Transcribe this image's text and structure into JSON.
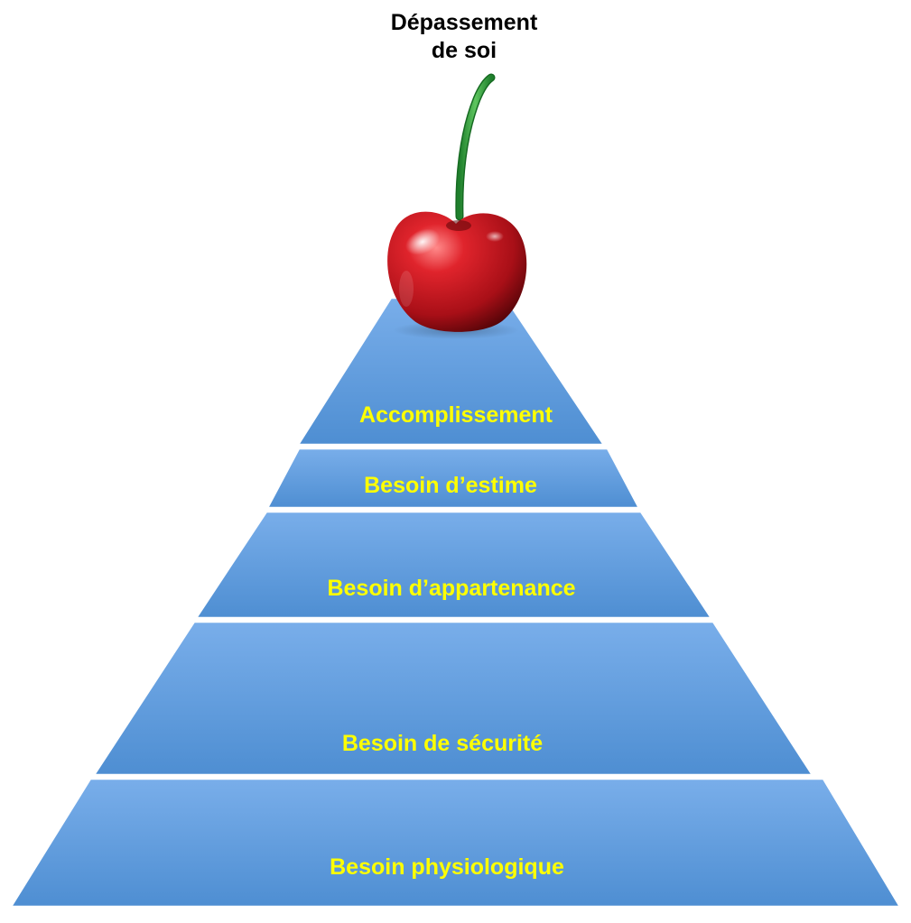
{
  "top_label": {
    "line1": "Dépassement",
    "line2": "de soi"
  },
  "pyramid": {
    "levels": [
      {
        "label": "Accomplissement"
      },
      {
        "label": "Besoin d’estime"
      },
      {
        "label": "Besoin d’appartenance"
      },
      {
        "label": "Besoin de sécurité"
      },
      {
        "label": "Besoin physiologique"
      }
    ]
  },
  "colors": {
    "pyramid_fill": "#5b9bd5",
    "label_text": "#ffff00",
    "cherry": "#c0121b",
    "stem": "#2a9a3a"
  },
  "icons": {
    "cherry": "cherry-icon"
  }
}
